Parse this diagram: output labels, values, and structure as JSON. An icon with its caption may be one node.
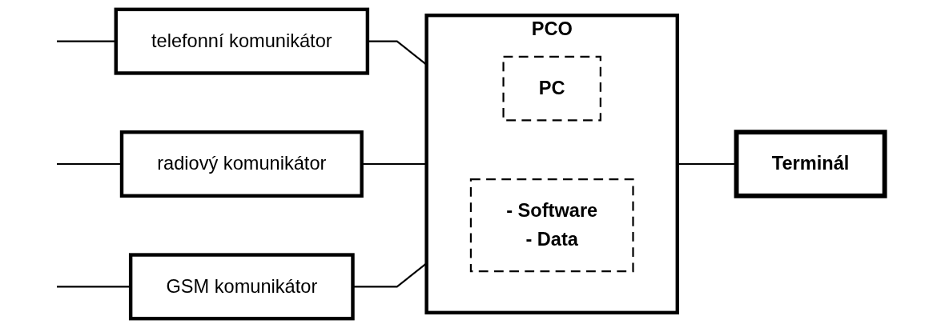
{
  "diagram": {
    "nodes": [
      {
        "text": [
          "telefonní komunikátor"
        ]
      },
      {
        "text": [
          "radiový komunikátor"
        ]
      },
      {
        "text": [
          "GSM komunikátor"
        ]
      },
      {
        "text": [
          "PCO"
        ]
      },
      {
        "text": [
          "PC"
        ],
        "in": 3
      },
      {
        "text": [
          "- Software",
          "- Data"
        ],
        "in": 3
      },
      {
        "text": [
          "Terminál"
        ]
      }
    ],
    "edges": [
      {
        "from": null,
        "to": 0,
        "arrow": "none"
      },
      {
        "from": null,
        "to": 1,
        "arrow": "none"
      },
      {
        "from": null,
        "to": 2,
        "arrow": "none"
      },
      {
        "from": 0,
        "to": 3,
        "arrow": "none"
      },
      {
        "from": 1,
        "to": 3,
        "arrow": "none"
      },
      {
        "from": 2,
        "to": 3,
        "arrow": "none"
      },
      {
        "from": 3,
        "to": 6,
        "arrow": "none"
      }
    ]
  }
}
